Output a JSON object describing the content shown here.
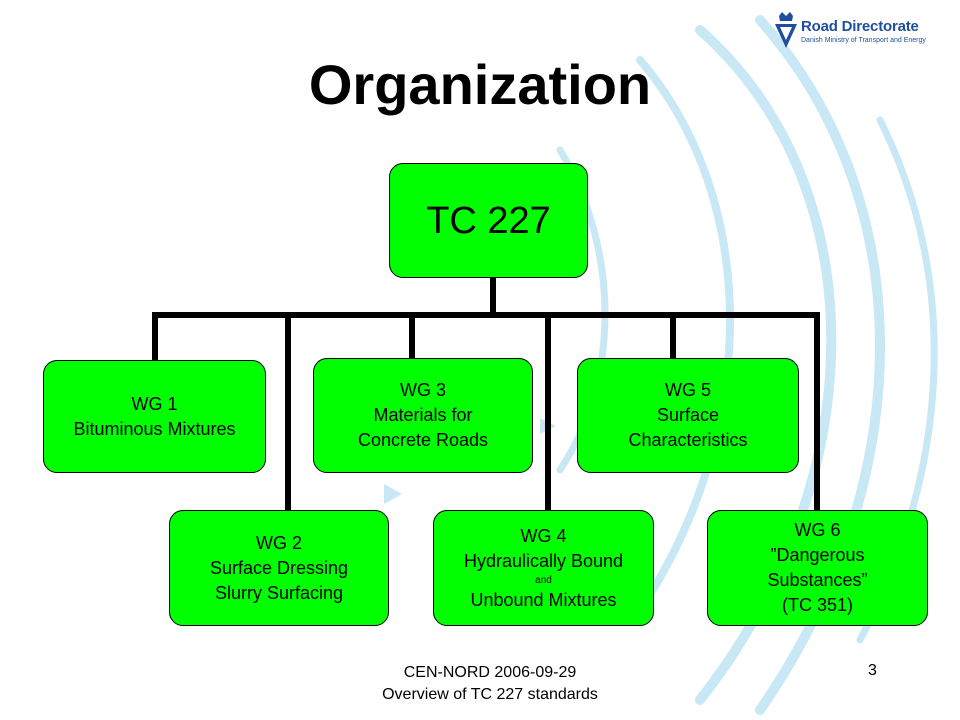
{
  "slide": {
    "title": "Organization",
    "logo": {
      "name": "Road Directorate",
      "subtitle": "Danish Ministry of Transport and Energy"
    },
    "footer": {
      "line1": "CEN-NORD 2006-09-29",
      "line2": "Overview of TC 227 standards"
    },
    "page_number": "3"
  },
  "org_chart": {
    "root": {
      "label": "TC 227"
    },
    "groups": [
      {
        "id": "wg1",
        "lines": [
          "WG 1",
          "Bituminous Mixtures"
        ]
      },
      {
        "id": "wg2",
        "lines": [
          "WG 2",
          "Surface Dressing",
          "Slurry Surfacing"
        ]
      },
      {
        "id": "wg3",
        "lines": [
          "WG 3",
          "Materials for",
          "Concrete Roads"
        ]
      },
      {
        "id": "wg4",
        "lines": [
          "WG 4",
          "Hydraulically Bound",
          "and",
          "Unbound Mixtures"
        ]
      },
      {
        "id": "wg5",
        "lines": [
          "WG 5",
          "Surface",
          "Characteristics"
        ]
      },
      {
        "id": "wg6",
        "lines": [
          "WG 6",
          "”Dangerous",
          "Substances”",
          "(TC 351)"
        ]
      }
    ]
  },
  "colors": {
    "box_fill": "#00ff00",
    "connector": "#000000",
    "decor_arcs": "#bfe3f2",
    "logo": "#1f4f9c"
  }
}
